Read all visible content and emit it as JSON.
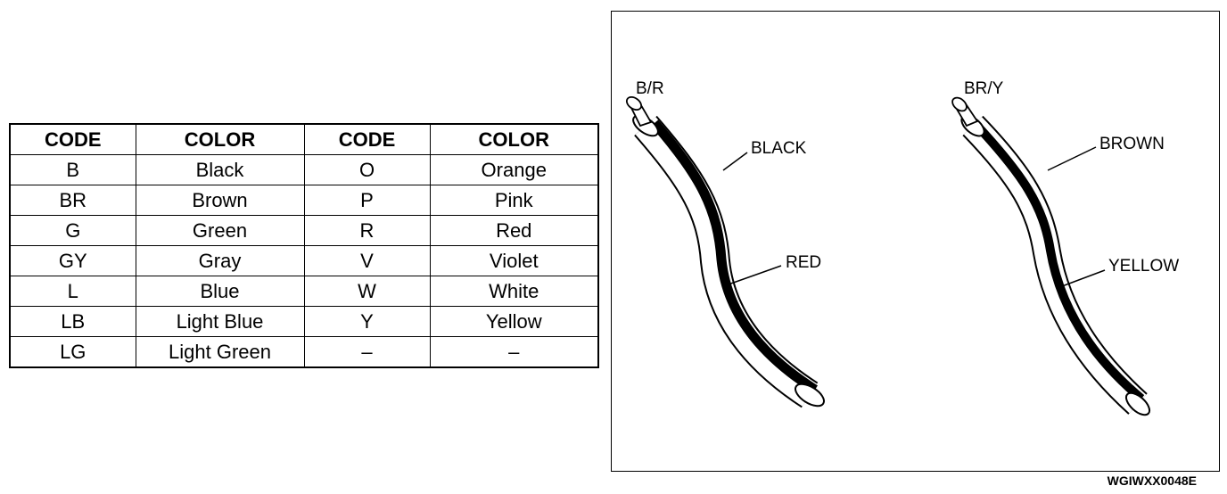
{
  "table": {
    "headers": [
      "CODE",
      "COLOR",
      "CODE",
      "COLOR"
    ],
    "rows": [
      [
        "B",
        "Black",
        "O",
        "Orange"
      ],
      [
        "BR",
        "Brown",
        "P",
        "Pink"
      ],
      [
        "G",
        "Green",
        "R",
        "Red"
      ],
      [
        "GY",
        "Gray",
        "V",
        "Violet"
      ],
      [
        "L",
        "Blue",
        "W",
        "White"
      ],
      [
        "LB",
        "Light Blue",
        "Y",
        "Yellow"
      ],
      [
        "LG",
        "Light Green",
        "–",
        "–"
      ]
    ]
  },
  "wires": {
    "wire1": {
      "code": "B/R",
      "base_label": "BLACK",
      "stripe_label": "RED"
    },
    "wire2": {
      "code": "BR/Y",
      "base_label": "BROWN",
      "stripe_label": "YELLOW"
    }
  },
  "figure_id": "WGIWXX0048E"
}
